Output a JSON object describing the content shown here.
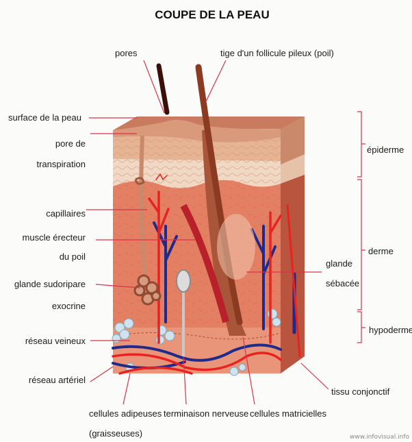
{
  "title": "COUPE DE LA PEAU",
  "labels": {
    "pores": "pores",
    "hair_shaft": "tige d'un follicule pileux (poil)",
    "skin_surface": "surface de la peau",
    "sweat_pore_1": "pore de",
    "sweat_pore_2": "transpiration",
    "capillaries": "capillaires",
    "erector_1": "muscle érecteur",
    "erector_2": "du poil",
    "sweat_gland_1": "glande sudoripare",
    "sweat_gland_2": "exocrine",
    "venous": "réseau veineux",
    "arterial": "réseau artériel",
    "adipose_1": "cellules adipeuses",
    "adipose_2": "(graisseuses)",
    "nerve": "terminaison nerveuse",
    "matrix": "cellules matricielles",
    "sebaceous_1": "glande",
    "sebaceous_2": "sébacée",
    "connective": "tissu conjonctif",
    "epidermis": "épiderme",
    "dermis": "derme",
    "hypodermis": "hypoderme"
  },
  "watermark": "www.infovisual.info",
  "colors": {
    "leader": "#d9334a",
    "epidermis": "#d99a7c",
    "dermis": "#e37f62",
    "hypodermis": "#e8957a",
    "hair": "#8a3b22",
    "artery": "#e8231f",
    "vein": "#1f2a8a",
    "fat": "#cfe3ee"
  }
}
